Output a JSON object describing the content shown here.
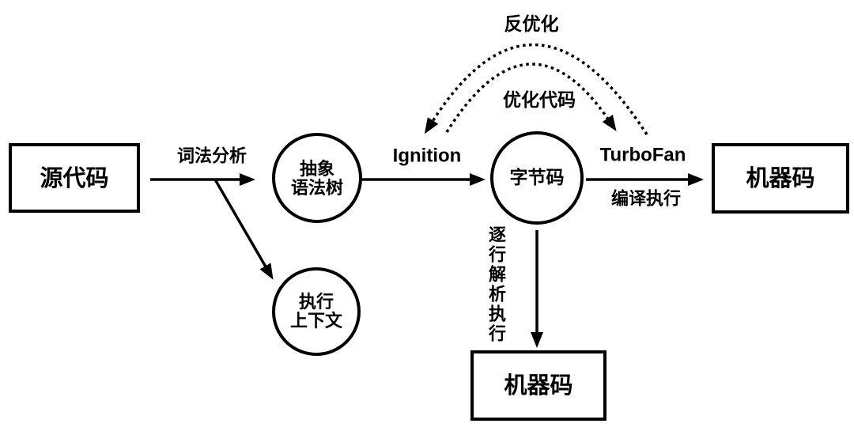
{
  "diagram": {
    "colors": {
      "background": "#ffffff",
      "ink": "#000000"
    },
    "nodes": {
      "source_code": {
        "label": "源代码"
      },
      "ast": {
        "line1": "抽象",
        "line2": "语法树"
      },
      "execution_context": {
        "line1": "执行",
        "line2": "上下文"
      },
      "bytecode": {
        "label": "字节码"
      },
      "machine_code_right": {
        "label": "机器码"
      },
      "machine_code_bottom": {
        "label": "机器码"
      }
    },
    "edges": {
      "lexical_analysis": {
        "label": "词法分析"
      },
      "ignition": {
        "label": "Ignition"
      },
      "turbofan": {
        "label": "TurboFan",
        "sublabel": "编译执行"
      },
      "interpret_execute": {
        "label": "逐行解析执行"
      },
      "deoptimize": {
        "label": "反优化"
      },
      "optimize_code": {
        "label": "优化代码"
      }
    }
  }
}
